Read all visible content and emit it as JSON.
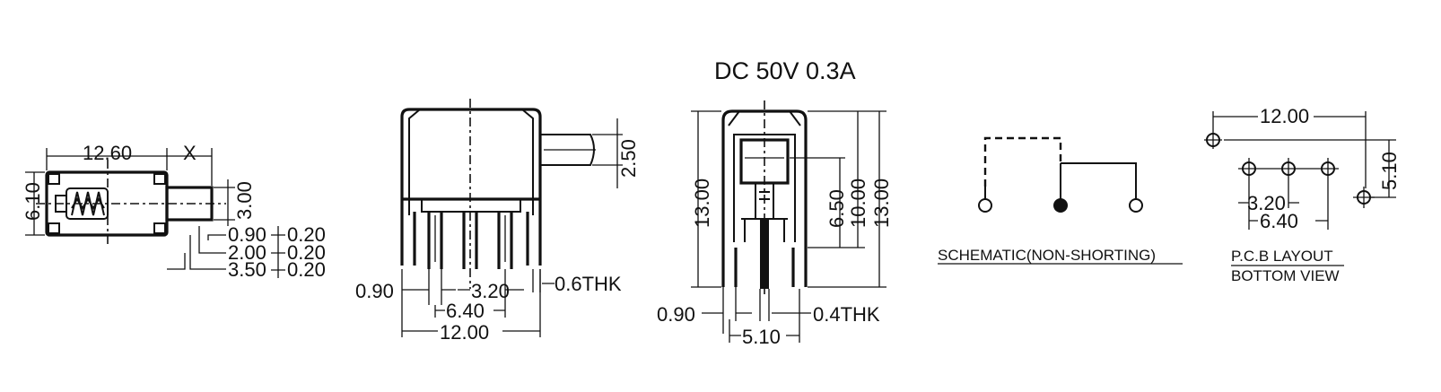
{
  "rating": "DC  50V  0.3A",
  "view1": {
    "length": "12.60",
    "x": "X",
    "height": "6.10",
    "actuator": "3.00",
    "tol1": "0.90",
    "tol2": "2.00",
    "tol3": "3.50",
    "tol_value": "0.20"
  },
  "view2": {
    "actuator": "2.50",
    "pin_width": "0.90",
    "pitch": "3.20",
    "span": "6.40",
    "width": "12.00",
    "thickness": "0.6THK"
  },
  "view3": {
    "height_left": "13.00",
    "inner": "6.50",
    "mid": "10.00",
    "height_right": "13.00",
    "pin_width": "0.90",
    "thickness": "0.4THK",
    "span": "5.10"
  },
  "schematic": {
    "caption": "SCHEMATIC(NON-SHORTING)"
  },
  "pcb": {
    "width": "12.00",
    "height": "5.10",
    "pitch": "3.20",
    "span": "6.40",
    "caption1": "P.C.B LAYOUT",
    "caption2": "BOTTOM VIEW"
  }
}
